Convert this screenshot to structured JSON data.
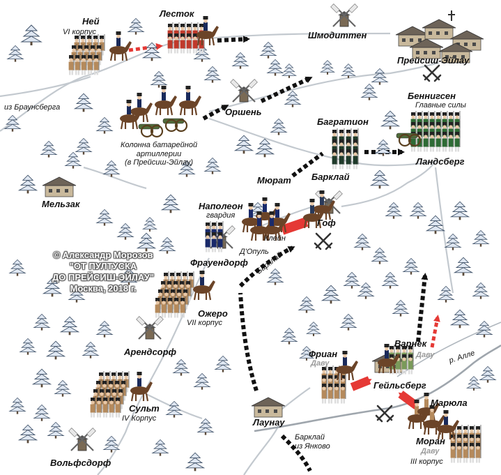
{
  "map": {
    "watermark": {
      "lines": [
        "© Александр Морозов",
        "\"ОТ ПУЛТУСКА",
        "ДО ПРЕЙСИШ-ЭЙЛАУ\"",
        "Москва, 2018 г."
      ]
    },
    "places": {
      "shmoditten": "Шмодиттен",
      "preussisch_eylau": "Прейсиш-Эйлау",
      "orshen": "Оршень",
      "landsberg": "Ландсберг",
      "melzak": "Мельзак",
      "hof": "Гоф",
      "frauendorf": "Фрауендорф",
      "arensdorf": "Арендсорф",
      "wolfsdorf": "Вольфсдорф",
      "launau": "Лаунау",
      "heilsberg": "Гейльсберг",
      "river_alle": "р. Алле",
      "from_braunsberg": "из Браунсберга"
    },
    "units": {
      "ney": {
        "name": "Ней",
        "corps": "VI корпус"
      },
      "lestocq": {
        "name": "Лесток"
      },
      "artillery_column": {
        "lines": [
          "Колонна батарейной",
          "артиллерии",
          "(в Прейсиш-Эйлау)"
        ]
      },
      "bennigsen": {
        "name": "Беннигсен",
        "sub": "Главные силы"
      },
      "bagration": {
        "name": "Багратион"
      },
      "murat": {
        "name": "Мюрат"
      },
      "barclay": {
        "name": "Барклай"
      },
      "napoleon": {
        "name": "Наполеон",
        "sub": "гвардия"
      },
      "klein": {
        "name": "Клейн"
      },
      "dopul": {
        "name": "Д'Опуль"
      },
      "augereau": {
        "name": "Ожеро",
        "corps": "VII корпус"
      },
      "soult": {
        "name": "Сульт",
        "corps": "IV Корпус"
      },
      "friant": {
        "name": "Фриан",
        "sub": "Даву"
      },
      "warneck": {
        "name": "Варнек",
        "sub": "Даву"
      },
      "marulaz": {
        "name": "Марюла"
      },
      "morand": {
        "name": "Моран",
        "sub": "Даву",
        "corps": "III корпус"
      },
      "barclay_route": {
        "name": "Барклай"
      },
      "barclay_from_yankovo": {
        "lines": [
          "Барклай",
          "из Янково"
        ]
      }
    },
    "icons": [
      "snow-fir-tree",
      "windmill",
      "village-house",
      "crossed-swords",
      "soldier-column",
      "cavalry",
      "cannon"
    ],
    "colors": {
      "french_arrow": "#e53935",
      "russian_arrow": "#111111",
      "road": "#bfc5ca",
      "watermark_text": "#ffffff",
      "tree_snow": "#dfe7f2",
      "tree_dark": "#41536a"
    }
  }
}
